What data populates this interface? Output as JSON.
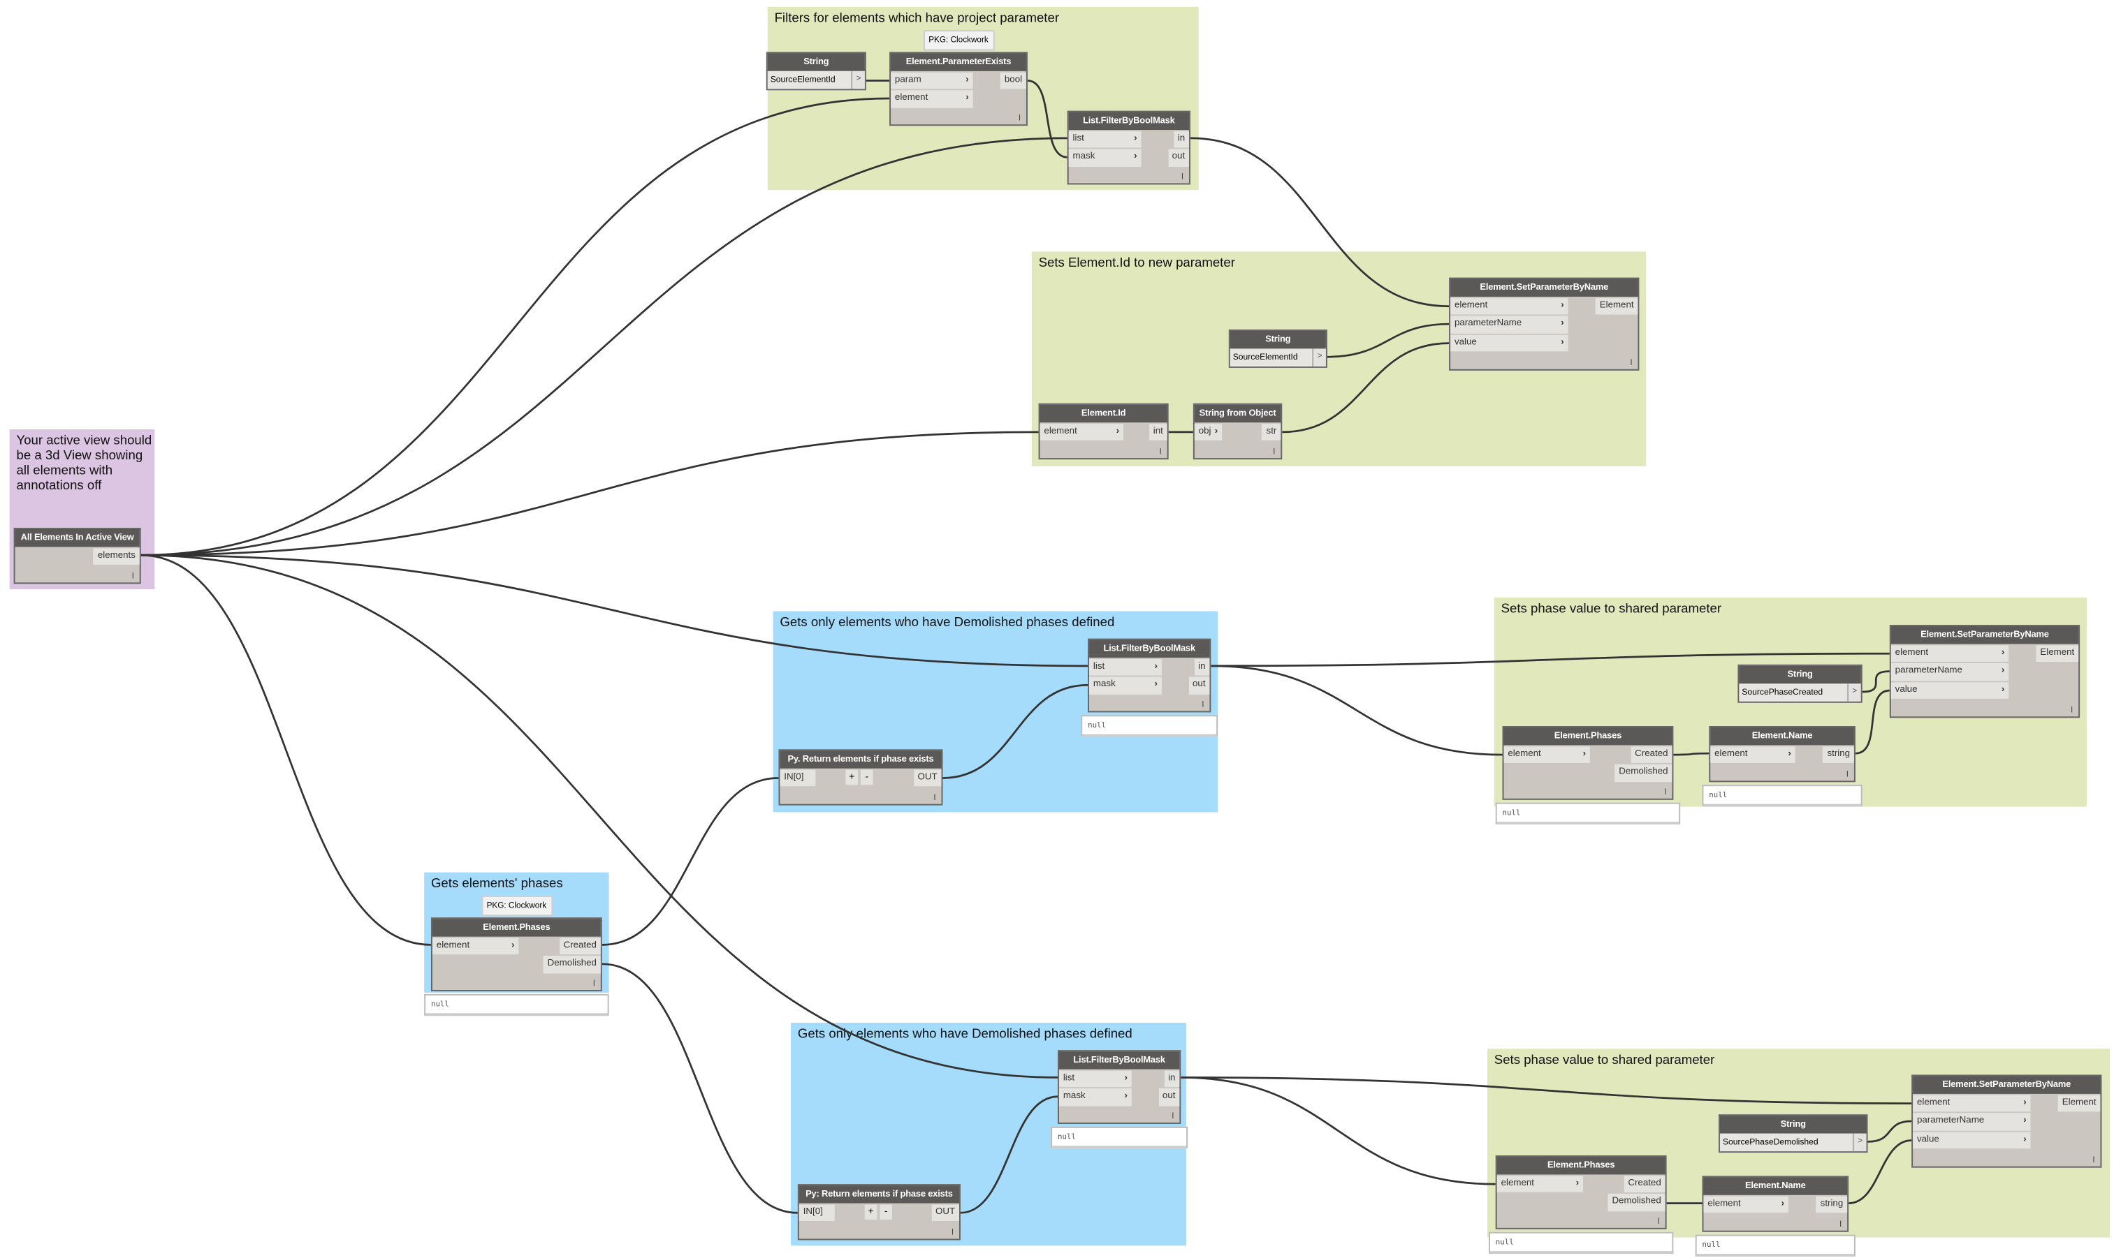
{
  "colors": {
    "green_group": "#e0e8bc",
    "blue_group": "#a5dbfb",
    "purple_group": "#dcc4e3",
    "node_header": "#5b5957",
    "node_body": "#cbc7c0",
    "wire": "#333333"
  },
  "groups": [
    {
      "title": "Filters for elements which have project parameter",
      "color": "green"
    },
    {
      "title": "Sets Element.Id to new parameter",
      "color": "green"
    },
    {
      "title": "Your active view should be a 3d View showing all elements with annotations off",
      "color": "purple"
    },
    {
      "title": "Gets only elements who have Demolished phases defined",
      "color": "blue"
    },
    {
      "title": "Sets phase value to shared parameter",
      "color": "green"
    },
    {
      "title": "Gets elements' phases",
      "color": "blue"
    },
    {
      "title": "Gets only elements who have Demolished phases defined",
      "color": "blue"
    },
    {
      "title": "Sets phase value to shared parameter",
      "color": "green"
    }
  ],
  "nodes": [
    {
      "title": "String",
      "value": "SourceElementId",
      "button": ">"
    },
    {
      "title": "Element.ParameterExists",
      "inputs": [
        "param",
        "element"
      ],
      "outputs": [
        "bool"
      ],
      "pkg": "PKG: Clockwork"
    },
    {
      "title": "List.FilterByBoolMask",
      "inputs": [
        "list",
        "mask"
      ],
      "outputs": [
        "in",
        "out"
      ]
    },
    {
      "title": "Element.SetParameterByName",
      "inputs": [
        "element",
        "parameterName",
        "value"
      ],
      "outputs": [
        "Element"
      ]
    },
    {
      "title": "String",
      "value": "SourceElementId",
      "button": ">"
    },
    {
      "title": "Element.Id",
      "inputs": [
        "element"
      ],
      "outputs": [
        "int"
      ]
    },
    {
      "title": "String from Object",
      "inputs": [
        "obj"
      ],
      "outputs": [
        "str"
      ]
    },
    {
      "title": "All Elements In Active View",
      "inputs": [],
      "outputs": [
        "elements"
      ]
    },
    {
      "title": "List.FilterByBoolMask",
      "inputs": [
        "list",
        "mask"
      ],
      "outputs": [
        "in",
        "out"
      ],
      "preview": "null"
    },
    {
      "title": "Py. Return elements if phase exists",
      "inputs": [
        "IN[0]"
      ],
      "outputs": [
        "OUT"
      ],
      "buttons": [
        "+",
        "-"
      ]
    },
    {
      "title": "Element.SetParameterByName",
      "inputs": [
        "element",
        "parameterName",
        "value"
      ],
      "outputs": [
        "Element"
      ]
    },
    {
      "title": "String",
      "value": "SourcePhaseCreated",
      "button": ">"
    },
    {
      "title": "Element.Phases",
      "inputs": [
        "element"
      ],
      "outputs": [
        "Created",
        "Demolished"
      ],
      "preview": "null"
    },
    {
      "title": "Element.Name",
      "inputs": [
        "element"
      ],
      "outputs": [
        "string"
      ],
      "preview": "null"
    },
    {
      "title": "Element.Phases",
      "inputs": [
        "element"
      ],
      "outputs": [
        "Created",
        "Demolished"
      ],
      "preview": "null",
      "pkg": "PKG: Clockwork"
    },
    {
      "title": "List.FilterByBoolMask",
      "inputs": [
        "list",
        "mask"
      ],
      "outputs": [
        "in",
        "out"
      ],
      "preview": "null"
    },
    {
      "title": "Py: Return elements if phase exists",
      "inputs": [
        "IN[0]"
      ],
      "outputs": [
        "OUT"
      ],
      "buttons": [
        "+",
        "-"
      ]
    },
    {
      "title": "Element.SetParameterByName",
      "inputs": [
        "element",
        "parameterName",
        "value"
      ],
      "outputs": [
        "Element"
      ]
    },
    {
      "title": "String",
      "value": "SourcePhaseDemolished",
      "button": ">"
    },
    {
      "title": "Element.Phases",
      "inputs": [
        "element"
      ],
      "outputs": [
        "Created",
        "Demolished"
      ],
      "preview": "null"
    },
    {
      "title": "Element.Name",
      "inputs": [
        "element"
      ],
      "outputs": [
        "string"
      ],
      "preview": "null"
    }
  ]
}
